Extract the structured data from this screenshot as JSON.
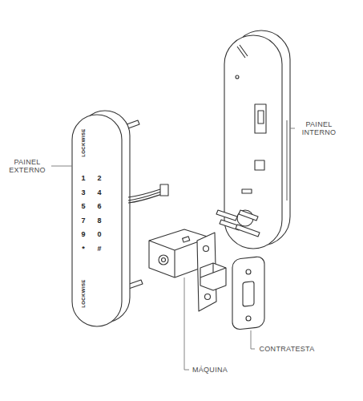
{
  "diagram": {
    "labels": [
      "PAINEL EXTERNO",
      "PAINEL INTERNO",
      "LOCKWISE",
      "1",
      "2",
      "3",
      "4",
      "5",
      "6",
      "7",
      "8",
      "9",
      "0",
      "*",
      "#",
      "LOCKWISE",
      "MÁQUINA",
      "CONTRATESTA"
    ]
  }
}
